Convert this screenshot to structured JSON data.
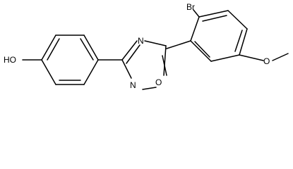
{
  "molecule": {
    "atoms": {
      "hydroxyl": "HO",
      "bromine": "Br",
      "methoxy_oxygen": "O",
      "oxadiazole_n_top": "N",
      "oxadiazole_n_bottom": "N",
      "oxadiazole_o": "O"
    }
  },
  "colors": {
    "bond": "#000000",
    "label": "#000000",
    "background": "#ffffff"
  }
}
